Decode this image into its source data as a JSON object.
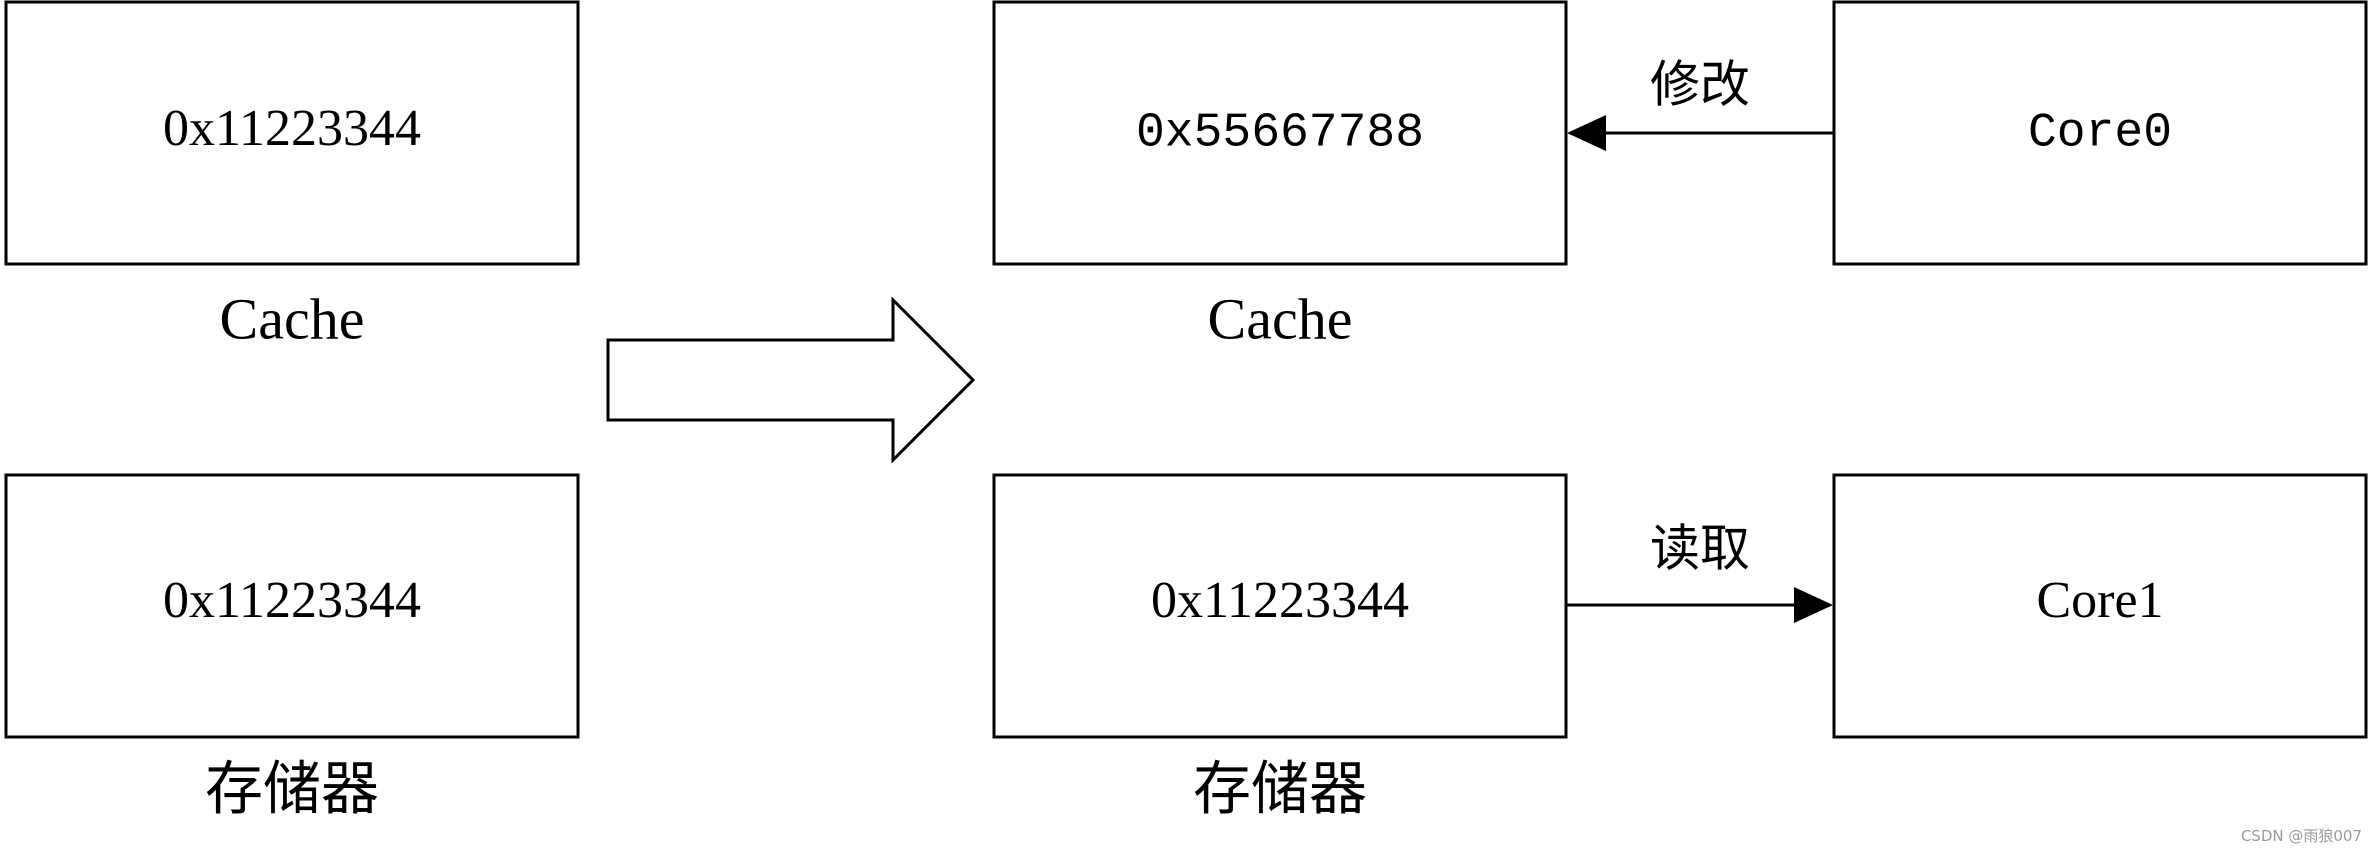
{
  "left_group": {
    "cache_value": "0x11223344",
    "cache_label": "Cache",
    "memory_value": "0x11223344",
    "memory_label": "存储器"
  },
  "right_group": {
    "cache_value": "0x55667788",
    "cache_label": "Cache",
    "memory_value": "0x11223344",
    "memory_label": "存储器",
    "core0_label": "Core0",
    "core1_label": "Core1",
    "modify_label": "修改",
    "read_label": "读取"
  },
  "watermark": "CSDN @雨狼007",
  "colors": {
    "stroke": "#000000",
    "background": "#ffffff",
    "watermark": "#9a9a9a"
  }
}
